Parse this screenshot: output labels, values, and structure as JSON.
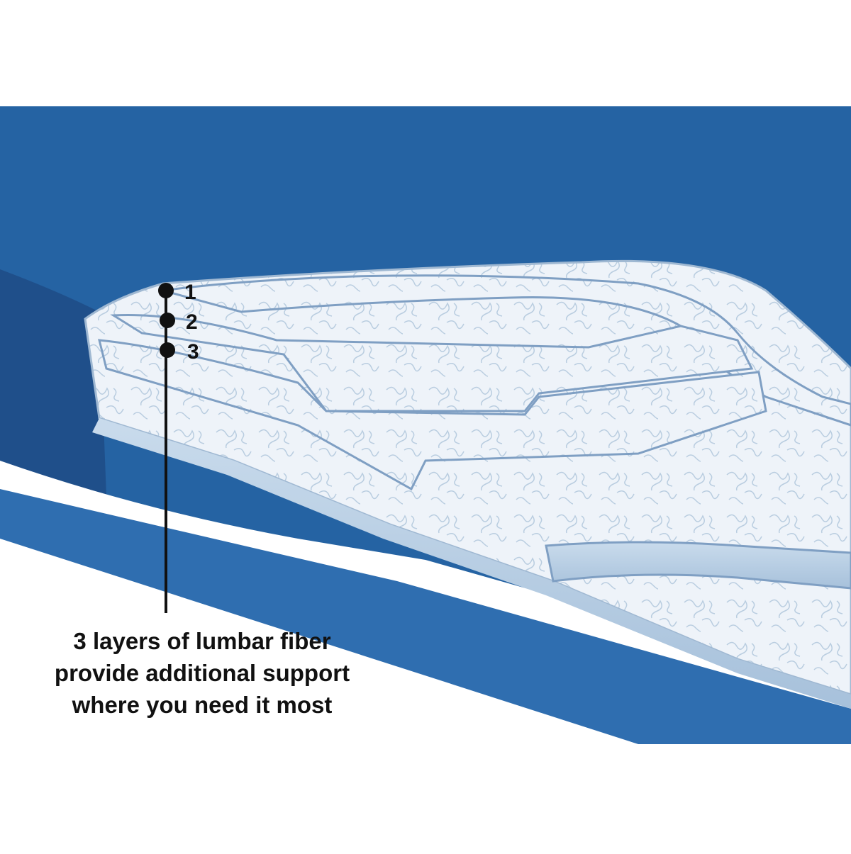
{
  "colors": {
    "background": "#ffffff",
    "blue": "#2563a3",
    "blue_dark": "#1f4f8a",
    "fiber": "#e8f0f7",
    "fiber_edge": "#9fb8d2",
    "text": "#111111"
  },
  "callouts": [
    {
      "label": "1"
    },
    {
      "label": "2"
    },
    {
      "label": "3"
    }
  ],
  "caption": {
    "line1": "3 layers of lumbar fiber",
    "line2": "provide additional support",
    "line3": "where you need it most"
  }
}
